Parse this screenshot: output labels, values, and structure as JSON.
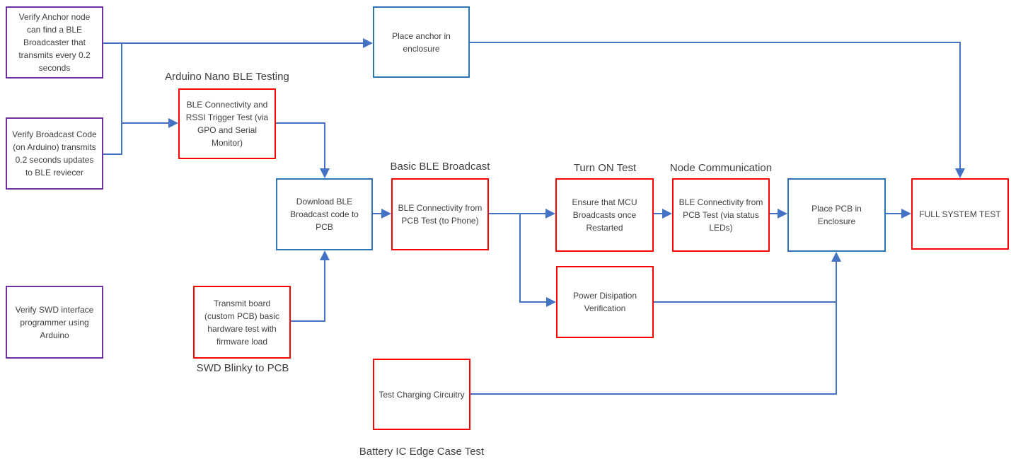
{
  "diagram": {
    "title": "BLE system test plan flowchart",
    "colors": {
      "purple": "#7030A0",
      "red": "#FF0000",
      "blue_box": "#2E75B6",
      "connector": "#4472C4",
      "text": "#404040",
      "bg": "#FFFFFF"
    },
    "nodes": {
      "verify_anchor": {
        "text": "Verify Anchor node can find a BLE Broadcaster that transmits every 0.2 seconds",
        "color": "purple"
      },
      "verify_broadcast": {
        "text": "Verify Broadcast Code (on Arduino) transmits 0.2 seconds updates to BLE reviecer",
        "color": "purple"
      },
      "verify_swd": {
        "text": "Verify SWD interface programmer using Arduino",
        "color": "purple"
      },
      "place_anchor": {
        "text": "Place anchor in enclosure",
        "color": "blue"
      },
      "rssi_test": {
        "text": "BLE Connectivity and RSSI Trigger Test (via GPO and Serial Monitor)",
        "color": "red"
      },
      "download_ble": {
        "text": "Download BLE Broadcast code to PCB",
        "color": "blue"
      },
      "ble_phone": {
        "text": "BLE Connectivity from PCB Test (to Phone)",
        "color": "red"
      },
      "ensure_mcu": {
        "text": "Ensure that MCU Broadcasts once Restarted",
        "color": "red"
      },
      "ble_leds": {
        "text": "BLE Connectivity from PCB Test (via status LEDs)",
        "color": "red"
      },
      "place_pcb": {
        "text": "Place PCB in Enclosure",
        "color": "blue"
      },
      "full_system": {
        "text": "FULL SYSTEM TEST",
        "color": "red"
      },
      "power_dissipation": {
        "text": "Power Disipation Verification",
        "color": "red"
      },
      "transmit_board": {
        "text": "Transmit board (custom PCB) basic hardware test with firmware load",
        "color": "red"
      },
      "test_charging": {
        "text": "Test Charging Circuitry",
        "color": "red"
      }
    },
    "labels": {
      "arduino_nano": "Arduino Nano BLE Testing",
      "basic_ble": "Basic BLE Broadcast",
      "turn_on": "Turn ON Test",
      "node_comm": "Node Communication",
      "swd_blinky": "SWD Blinky to PCB",
      "battery_ic": "Battery IC Edge Case Test"
    }
  }
}
